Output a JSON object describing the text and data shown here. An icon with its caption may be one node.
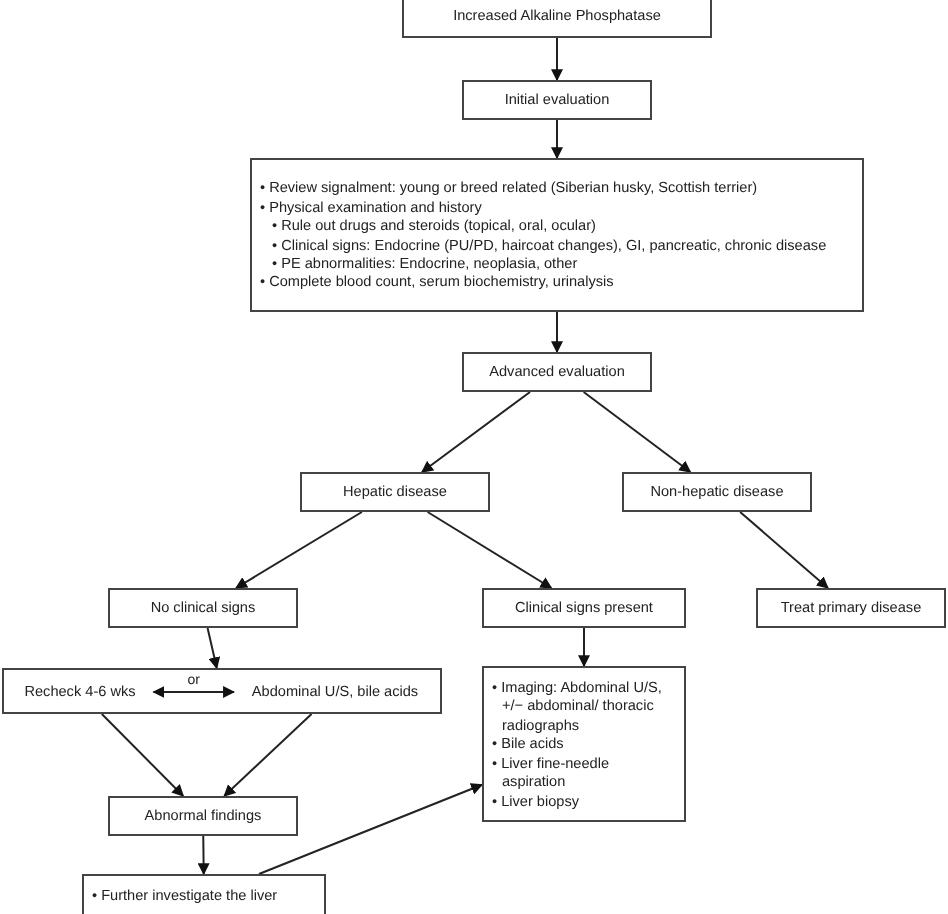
{
  "diagram": {
    "nodes": [
      {
        "text": [
          "Increased Alkaline Phosphatase"
        ]
      },
      {
        "text": [
          "Initial evaluation"
        ]
      },
      {
        "text": [
          "• Review signalment: young or breed related (Siberian husky, Scottish terrier)",
          "• Physical examination and history",
          "• Rule out drugs and steroids (topical, oral, ocular)",
          "• Clinical signs: Endocrine (PU/PD, haircoat changes), GI, pancreatic, chronic disease",
          "• PE abnormalities: Endocrine, neoplasia, other",
          "• Complete blood count, serum biochemistry, urinalysis"
        ]
      },
      {
        "text": [
          "Advanced evaluation"
        ]
      },
      {
        "text": [
          "Hepatic disease"
        ]
      },
      {
        "text": [
          "Non-hepatic disease"
        ]
      },
      {
        "text": [
          "No clinical signs"
        ]
      },
      {
        "text": [
          "Clinical signs present"
        ]
      },
      {
        "text": [
          "Treat primary disease"
        ]
      },
      {
        "text": [],
        "shape": "box"
      },
      {
        "text": [
          "Recheck 4-6 wks"
        ],
        "in": 9
      },
      {
        "text": [
          "Abdominal U/S, bile acids"
        ],
        "in": 9
      },
      {
        "text": [
          "• Imaging: Abdominal U/S, +/− abdominal/ thoracic radiographs",
          "• Bile acids",
          "• Liver fine-needle aspiration",
          "• Liver biopsy"
        ]
      },
      {
        "text": [
          "Abnormal findings"
        ]
      },
      {
        "text": [
          "• Further investigate the liver"
        ]
      }
    ],
    "edges": [
      {
        "from": 0,
        "to": 1,
        "arrow": "to"
      },
      {
        "from": 1,
        "to": 2,
        "arrow": "to"
      },
      {
        "from": 2,
        "to": 3,
        "arrow": "to"
      },
      {
        "from": 3,
        "to": 4,
        "arrow": "to"
      },
      {
        "from": 3,
        "to": 5,
        "arrow": "to"
      },
      {
        "from": 4,
        "to": 6,
        "arrow": "to"
      },
      {
        "from": 4,
        "to": 7,
        "arrow": "to"
      },
      {
        "from": 5,
        "to": 8,
        "arrow": "to"
      },
      {
        "from": 6,
        "to": 9,
        "arrow": "to"
      },
      {
        "from": 7,
        "to": 12,
        "arrow": "to"
      },
      {
        "from": 10,
        "to": 11,
        "arrow": "both",
        "label": "or"
      },
      {
        "from": 10,
        "to": 13,
        "arrow": "to"
      },
      {
        "from": 11,
        "to": 13,
        "arrow": "to"
      },
      {
        "from": 13,
        "to": 14,
        "arrow": "to"
      },
      {
        "from": 14,
        "to": 12,
        "arrow": "to"
      }
    ]
  }
}
